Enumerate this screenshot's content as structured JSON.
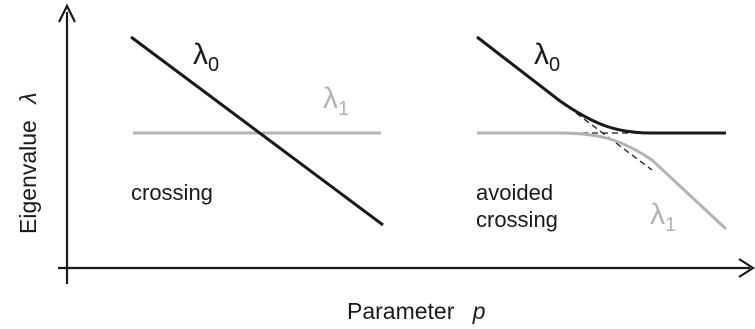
{
  "axes": {
    "x_title": "Parameter",
    "x_var": "p",
    "y_title": "Eigenvalue",
    "y_var": "λ"
  },
  "panels": {
    "left": {
      "caption": "crossing",
      "level0": {
        "symbol": "λ",
        "index": "0"
      },
      "level1": {
        "symbol": "λ",
        "index": "1"
      }
    },
    "right": {
      "caption_line1": "avoided",
      "caption_line2": "crossing",
      "level0": {
        "symbol": "λ",
        "index": "0"
      },
      "level1": {
        "symbol": "λ",
        "index": "1"
      }
    }
  },
  "colors": {
    "level0": "#1a1a1a",
    "level1": "#b3b3b3",
    "diabatic": "#1a1a1a",
    "axis": "#1a1a1a"
  }
}
